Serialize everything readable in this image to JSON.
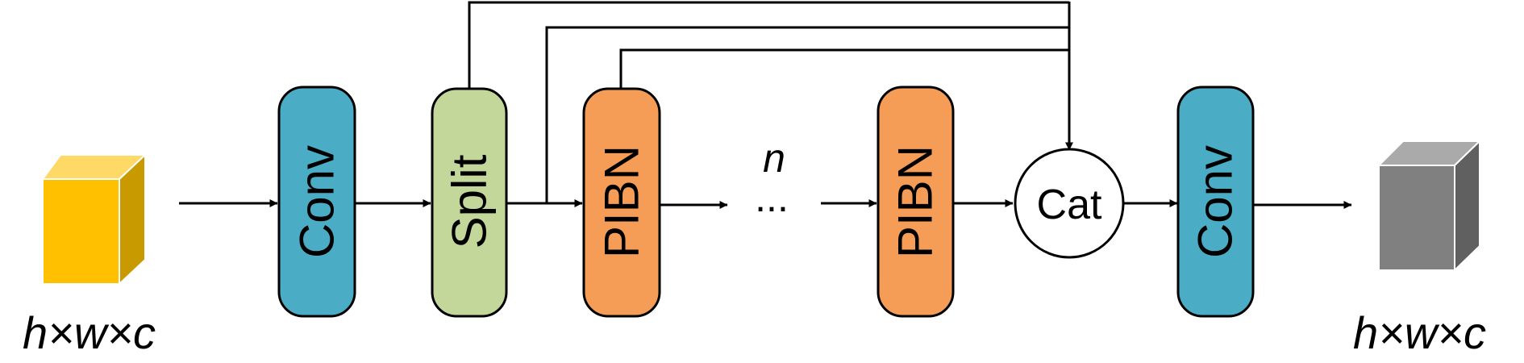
{
  "input_shape": "h×w×c",
  "output_shape": "h×w×c",
  "blocks": {
    "conv1": "Conv",
    "split": "Split",
    "pibn1": "PIBN",
    "pibn2": "PIBN",
    "conv2": "Conv"
  },
  "repeat_label": "n",
  "ellipsis": "...",
  "concat_label": "Cat",
  "colors": {
    "conv": "#4BACC6",
    "split": "#C4D79B",
    "pibn": "#F59D56",
    "input_cube_front": "#FFC000",
    "input_cube_top": "#FFD966",
    "input_cube_side": "#C99A00",
    "output_cube_front": "#808080",
    "output_cube_top": "#AAAAAA",
    "output_cube_side": "#606060"
  }
}
